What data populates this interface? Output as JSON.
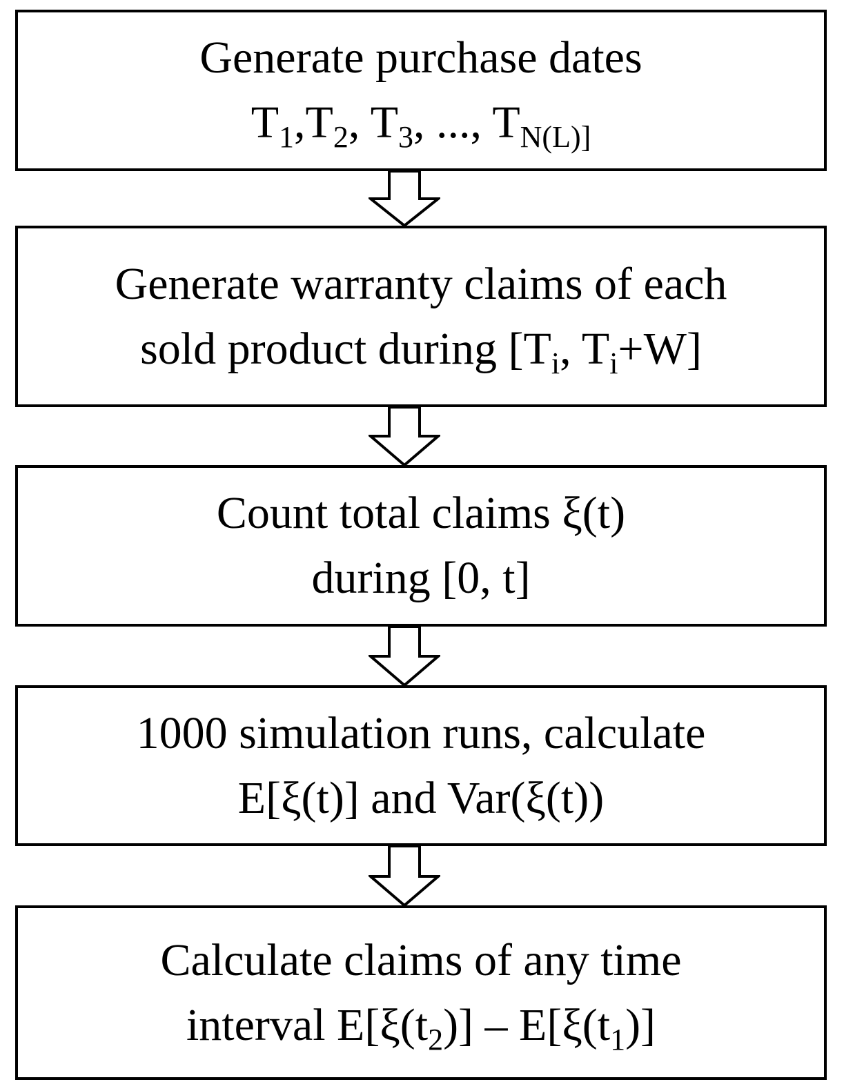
{
  "steps": [
    {
      "line1": "Generate purchase dates",
      "line2": {
        "t1": "T",
        "t1_sub": "1",
        "sep1": ",",
        "t2": "T",
        "t2_sub": "2",
        "sep2": ", ",
        "t3": "T",
        "t3_sub": "3",
        "sep3": ", ..., ",
        "tn": "T",
        "tn_sub": "N(L)]"
      }
    },
    {
      "line1": "Generate warranty claims of each",
      "line2": {
        "pre": "sold product during [T",
        "sub1": "i",
        "mid": ", T",
        "sub2": "i",
        "post": "+W]"
      }
    },
    {
      "line1": "Count total claims ξ(t)",
      "line2": "during [0, t]"
    },
    {
      "line1": "1000 simulation runs, calculate",
      "line2": "E[ξ(t)] and Var(ξ(t))"
    },
    {
      "line1": "Calculate claims of any time",
      "line2": {
        "pre": "interval E[ξ(t",
        "sub1": "2",
        "mid": ")] – E[ξ(t",
        "sub2": "1",
        "post": ")]"
      }
    }
  ],
  "colors": {
    "stroke": "#000000",
    "background": "#ffffff"
  },
  "icons": {
    "connector": "hollow-down-arrow"
  }
}
